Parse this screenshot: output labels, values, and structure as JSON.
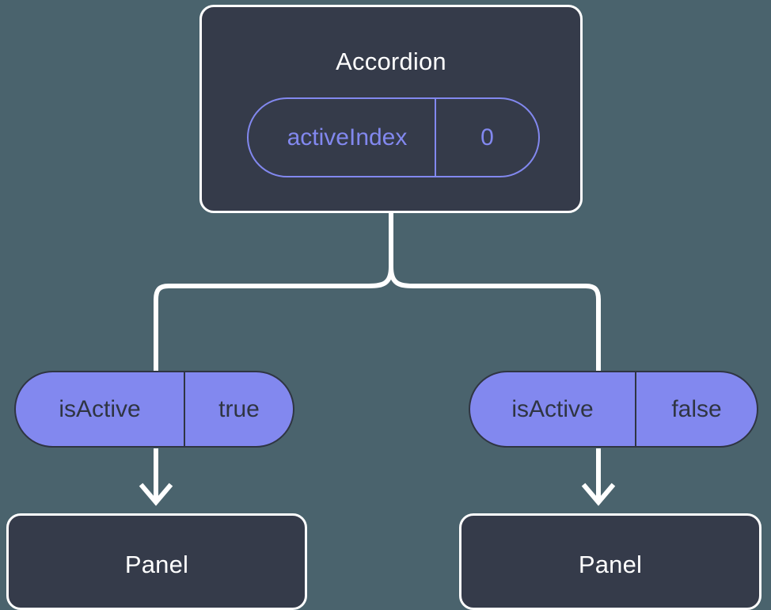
{
  "diagram": {
    "background_color": "#4a636d",
    "accent_color": "#8288ef",
    "card_color": "#353b4a",
    "line_color": "#ffffff",
    "root": {
      "title": "Accordion",
      "state": {
        "key": "activeIndex",
        "value": "0"
      }
    },
    "branches": [
      {
        "prop": {
          "key": "isActive",
          "value": "true"
        },
        "child": {
          "title": "Panel"
        }
      },
      {
        "prop": {
          "key": "isActive",
          "value": "false"
        },
        "child": {
          "title": "Panel"
        }
      }
    ]
  }
}
